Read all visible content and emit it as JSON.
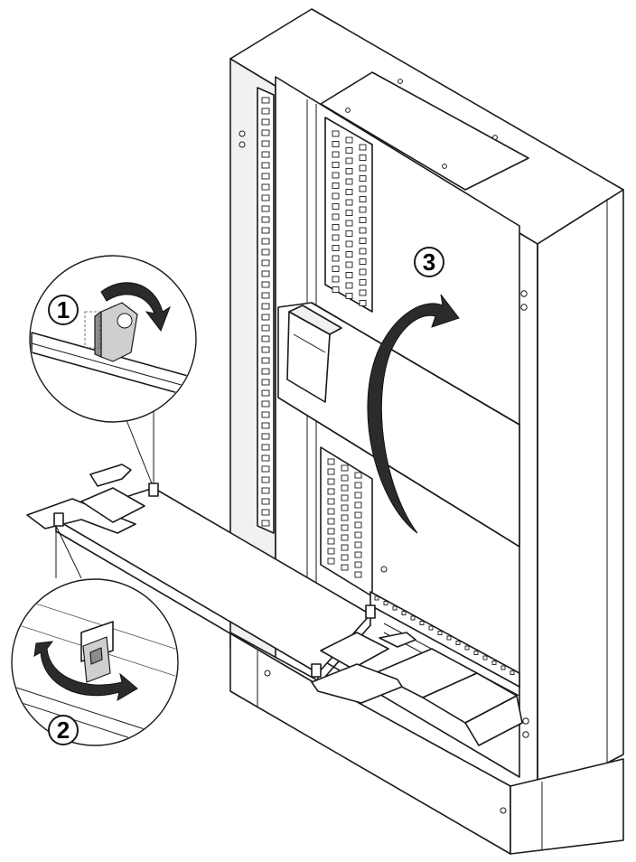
{
  "steps": [
    {
      "number": "1"
    },
    {
      "number": "2"
    },
    {
      "number": "3"
    }
  ],
  "colors": {
    "line": "#1a1a1a",
    "panel_light": "#f1f1f1",
    "part_gray": "#cfcfcf",
    "part_dark": "#8d8d8d",
    "arrow": "#2b2b2b"
  },
  "icons": {
    "rotate_arrow_step_1": "curved-arrow-icon",
    "rotate_arrow_step_2": "curved-arrow-icon",
    "rotate_arrow_step_3": "curved-arrow-icon"
  }
}
